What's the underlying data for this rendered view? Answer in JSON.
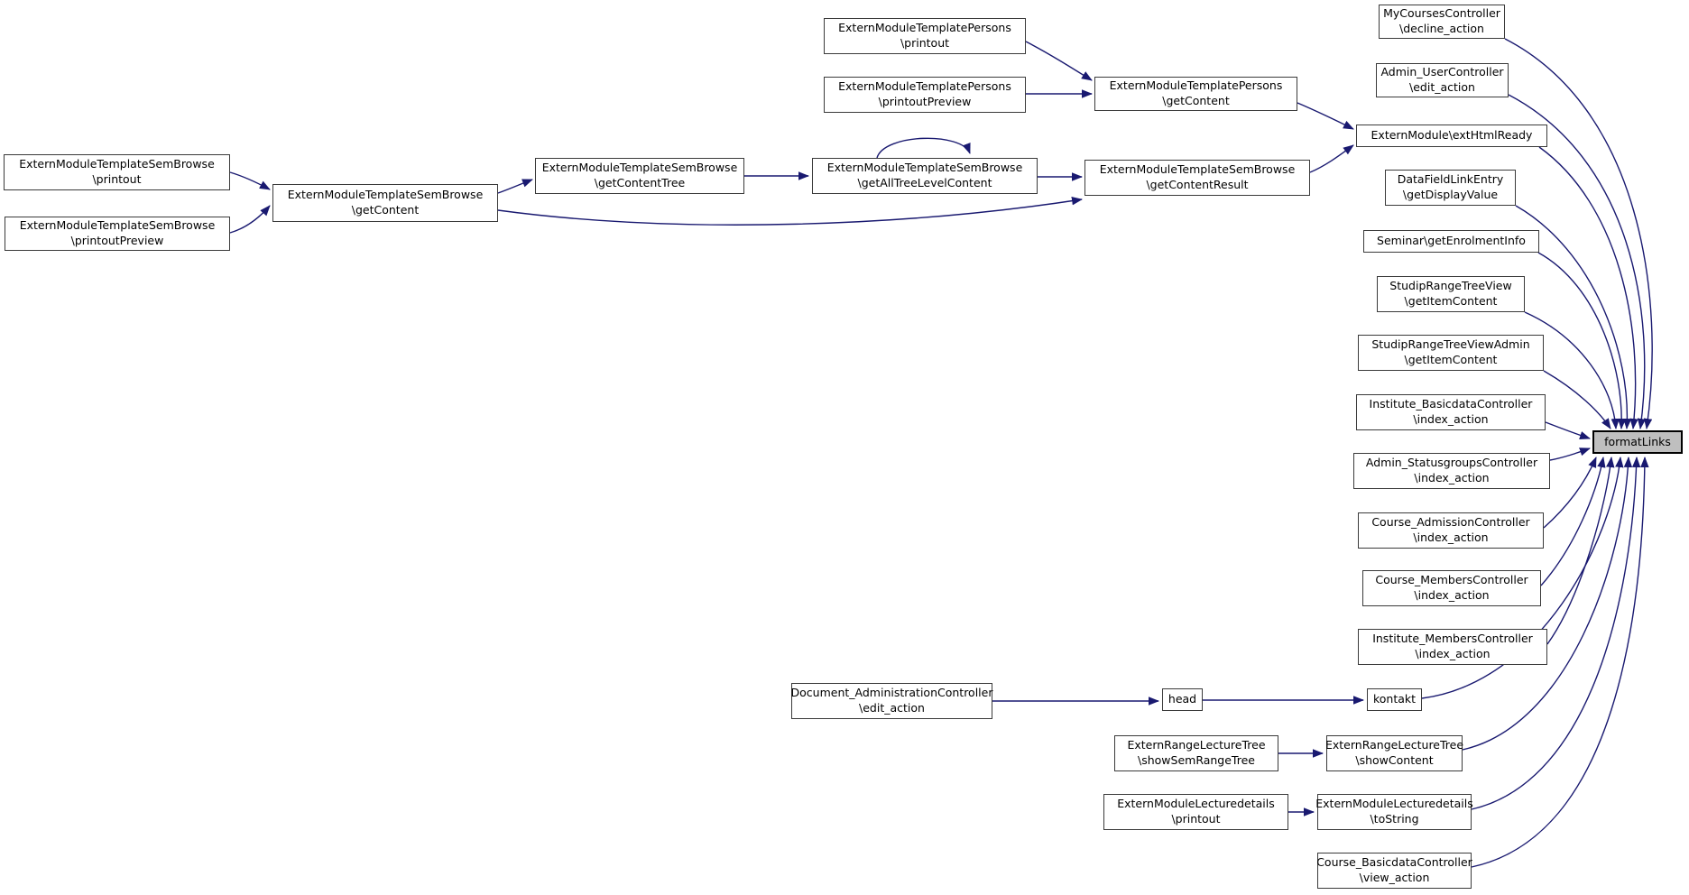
{
  "diagram": {
    "type": "caller-graph",
    "focus_node": "formatLinks",
    "colors": {
      "background": "#ffffff",
      "edge": "#191970",
      "node_border": "#3a3a3a",
      "node_fill": "#ffffff",
      "focus_fill": "#bfbfbf"
    },
    "nodes": [
      {
        "id": "sem-printout",
        "label": "ExternModuleTemplateSemBrowse\n\\printout"
      },
      {
        "id": "sem-printout-preview",
        "label": "ExternModuleTemplateSemBrowse\n\\printoutPreview"
      },
      {
        "id": "sem-get-content",
        "label": "ExternModuleTemplateSemBrowse\n\\getContent"
      },
      {
        "id": "sem-get-content-tree",
        "label": "ExternModuleTemplateSemBrowse\n\\getContentTree"
      },
      {
        "id": "sem-get-all-tree-level",
        "label": "ExternModuleTemplateSemBrowse\n\\getAllTreeLevelContent"
      },
      {
        "id": "sem-get-content-result",
        "label": "ExternModuleTemplateSemBrowse\n\\getContentResult"
      },
      {
        "id": "persons-printout",
        "label": "ExternModuleTemplatePersons\n\\printout"
      },
      {
        "id": "persons-printout-preview",
        "label": "ExternModuleTemplatePersons\n\\printoutPreview"
      },
      {
        "id": "persons-get-content",
        "label": "ExternModuleTemplatePersons\n\\getContent"
      },
      {
        "id": "ext-html-ready",
        "label": "ExternModule\\extHtmlReady"
      },
      {
        "id": "datafield-get-display",
        "label": "DataFieldLinkEntry\n\\getDisplayValue"
      },
      {
        "id": "seminar-enrolment-info",
        "label": "Seminar\\getEnrolmentInfo"
      },
      {
        "id": "studip-tree-view",
        "label": "StudipRangeTreeView\n\\getItemContent"
      },
      {
        "id": "studip-tree-view-admin",
        "label": "StudipRangeTreeViewAdmin\n\\getItemContent"
      },
      {
        "id": "institute-basicdata",
        "label": "Institute_BasicdataController\n\\index_action"
      },
      {
        "id": "admin-statusgroups",
        "label": "Admin_StatusgroupsController\n\\index_action"
      },
      {
        "id": "course-admission",
        "label": "Course_AdmissionController\n\\index_action"
      },
      {
        "id": "course-members",
        "label": "Course_MembersController\n\\index_action"
      },
      {
        "id": "institute-members",
        "label": "Institute_MembersController\n\\index_action"
      },
      {
        "id": "kontakt",
        "label": "kontakt"
      },
      {
        "id": "lecture-tree-show-content",
        "label": "ExternRangeLectureTree\n\\showContent"
      },
      {
        "id": "lecturedetails-to-string",
        "label": "ExternModuleLecturedetails\n\\toString"
      },
      {
        "id": "course-basicdata-view",
        "label": "Course_BasicdataController\n\\view_action"
      },
      {
        "id": "mycourses-decline",
        "label": "MyCoursesController\n\\decline_action"
      },
      {
        "id": "admin-user-edit",
        "label": "Admin_UserController\n\\edit_action"
      },
      {
        "id": "document-admin-edit",
        "label": "Document_AdministrationController\n\\edit_action"
      },
      {
        "id": "head",
        "label": "head"
      },
      {
        "id": "lecture-tree-show-sem",
        "label": "ExternRangeLectureTree\n\\showSemRangeTree"
      },
      {
        "id": "lecturedetails-printout",
        "label": "ExternModuleLecturedetails\n\\printout"
      },
      {
        "id": "format-links",
        "label": "formatLinks"
      }
    ],
    "edges": [
      {
        "from": "sem-printout",
        "to": "sem-get-content"
      },
      {
        "from": "sem-printout-preview",
        "to": "sem-get-content"
      },
      {
        "from": "sem-get-content",
        "to": "sem-get-content-tree"
      },
      {
        "from": "sem-get-content",
        "to": "sem-get-content-result"
      },
      {
        "from": "sem-get-content-tree",
        "to": "sem-get-all-tree-level"
      },
      {
        "from": "sem-get-all-tree-level",
        "to": "sem-get-all-tree-level"
      },
      {
        "from": "sem-get-all-tree-level",
        "to": "sem-get-content-result"
      },
      {
        "from": "persons-printout",
        "to": "persons-get-content"
      },
      {
        "from": "persons-printout-preview",
        "to": "persons-get-content"
      },
      {
        "from": "persons-get-content",
        "to": "ext-html-ready"
      },
      {
        "from": "sem-get-content-result",
        "to": "ext-html-ready"
      },
      {
        "from": "ext-html-ready",
        "to": "format-links"
      },
      {
        "from": "mycourses-decline",
        "to": "format-links"
      },
      {
        "from": "admin-user-edit",
        "to": "format-links"
      },
      {
        "from": "datafield-get-display",
        "to": "format-links"
      },
      {
        "from": "seminar-enrolment-info",
        "to": "format-links"
      },
      {
        "from": "studip-tree-view",
        "to": "format-links"
      },
      {
        "from": "studip-tree-view-admin",
        "to": "format-links"
      },
      {
        "from": "institute-basicdata",
        "to": "format-links"
      },
      {
        "from": "admin-statusgroups",
        "to": "format-links"
      },
      {
        "from": "course-admission",
        "to": "format-links"
      },
      {
        "from": "course-members",
        "to": "format-links"
      },
      {
        "from": "institute-members",
        "to": "format-links"
      },
      {
        "from": "kontakt",
        "to": "format-links"
      },
      {
        "from": "lecture-tree-show-content",
        "to": "format-links"
      },
      {
        "from": "lecturedetails-to-string",
        "to": "format-links"
      },
      {
        "from": "course-basicdata-view",
        "to": "format-links"
      },
      {
        "from": "document-admin-edit",
        "to": "head"
      },
      {
        "from": "head",
        "to": "kontakt"
      },
      {
        "from": "lecture-tree-show-sem",
        "to": "lecture-tree-show-content"
      },
      {
        "from": "lecturedetails-printout",
        "to": "lecturedetails-to-string"
      }
    ]
  }
}
